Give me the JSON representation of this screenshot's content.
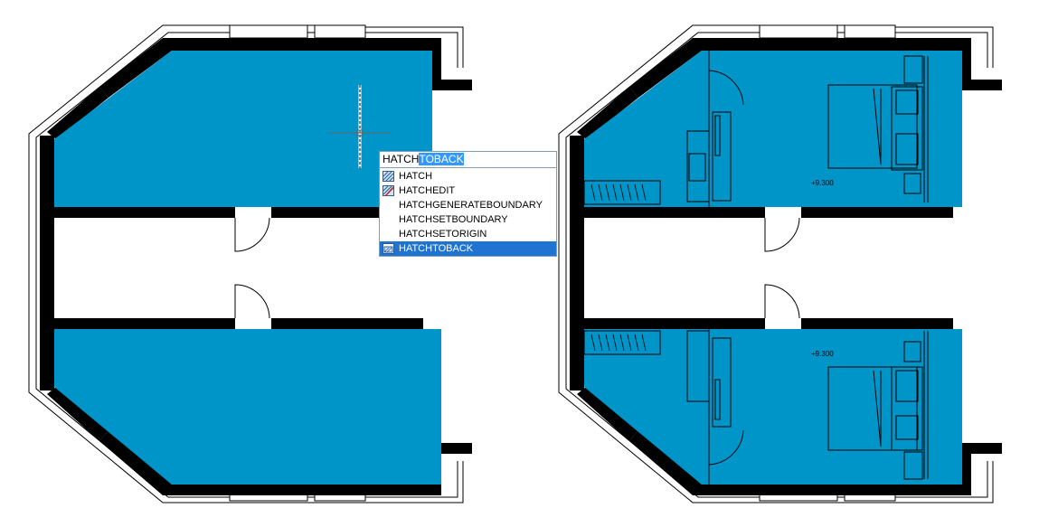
{
  "colors": {
    "hatch_fill": "#0095c8",
    "wall": "#000000",
    "background": "#ffffff",
    "selection": "#1f73d1"
  },
  "command_input": {
    "typed": "HATCH",
    "suggested": "TOBACK"
  },
  "suggestions": [
    {
      "label": "HATCH",
      "icon": "hatch-icon"
    },
    {
      "label": "HATCHEDIT",
      "icon": "hatchedit-icon"
    },
    {
      "label": "HATCHGENERATEBOUNDARY",
      "icon": ""
    },
    {
      "label": "HATCHSETBOUNDARY",
      "icon": ""
    },
    {
      "label": "HATCHSETORIGIN",
      "icon": ""
    },
    {
      "label": "HATCHTOBACK",
      "icon": "hatchtoback-icon",
      "selected": true
    }
  ],
  "room_levels": {
    "upper_room": "+9.300",
    "lower_room": "+9.300"
  }
}
